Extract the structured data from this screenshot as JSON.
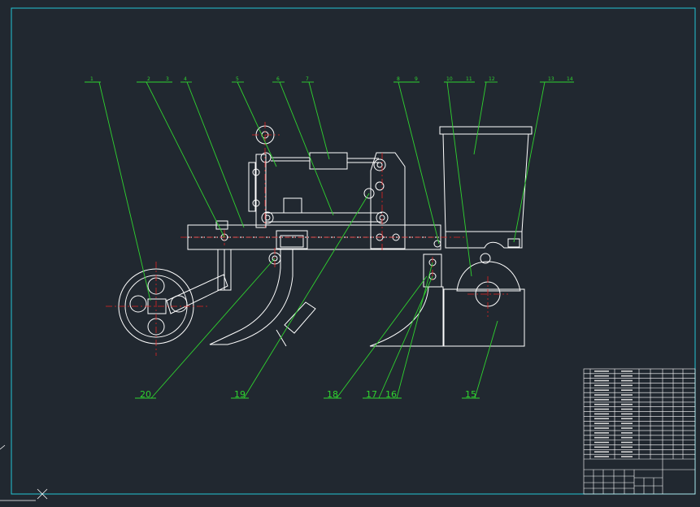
{
  "drawing": {
    "top_labels": [
      "1",
      "2",
      "3",
      "4",
      "5",
      "6",
      "7",
      "8",
      "9",
      "10",
      "11",
      "12",
      "13",
      "14"
    ],
    "bottom_labels": [
      "20",
      "19",
      "18",
      "17",
      "16",
      "15"
    ]
  },
  "colors": {
    "background": "#212830",
    "frame": "#22c5d4",
    "outline": "#ffffff",
    "center_line": "#e32222",
    "leader": "#2fd32f"
  }
}
